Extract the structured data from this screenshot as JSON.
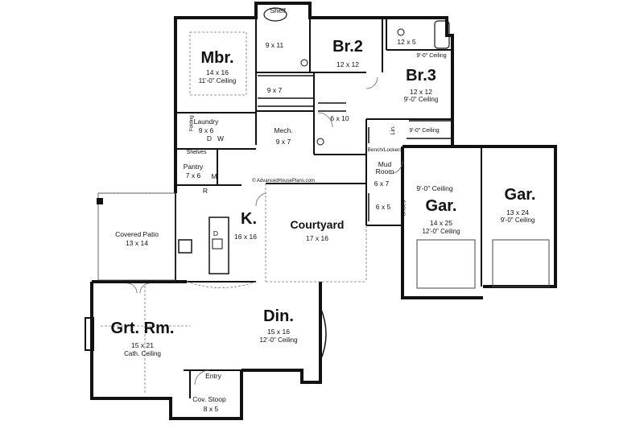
{
  "watermark": "© AdvancedHousePlans.com",
  "rooms": {
    "mbr": {
      "name": "Mbr.",
      "dim": "14 x 16",
      "ceiling": "11'-0\" Ceiling"
    },
    "br2": {
      "name": "Br.2",
      "dim": "12 x 12"
    },
    "br3": {
      "name": "Br.3",
      "dim": "12 x 12",
      "ceiling": "9'-0\" Ceiling"
    },
    "bath_top": {
      "dim": "12 x 5",
      "ceiling": "9'-0\" Ceiling"
    },
    "shelf": {
      "name": "Shelf"
    },
    "mbath": {
      "dim": "9 x 11"
    },
    "mcloset": {
      "dim": "9 x 7"
    },
    "hall": {
      "dim": "6 x 10"
    },
    "laundry": {
      "name": "Laundry",
      "dim": "9 x 6"
    },
    "folding": {
      "name": "Folding"
    },
    "mech": {
      "name": "Mech.",
      "dim": "9 x 7"
    },
    "lin": {
      "name": "Lin.",
      "ceiling": "9'-0\" Ceiling"
    },
    "shelves": {
      "name": "Shelves"
    },
    "pantry": {
      "name": "Pantry",
      "dim": "7 x 6"
    },
    "bench": {
      "name": "Bench/Lockers"
    },
    "mudroom": {
      "name": "Mud\nRoom",
      "dim": "6 x 7"
    },
    "shoes": {
      "name": "Shoes",
      "dim": "6 x 5"
    },
    "kitchen": {
      "name": "K.",
      "dim": "16 x 16"
    },
    "courtyard": {
      "name": "Courtyard",
      "dim": "17 x 16"
    },
    "patio": {
      "name": "Covered Patio",
      "dim": "13 x 14"
    },
    "garage1": {
      "name": "Gar.",
      "dim": "14 x 25",
      "ceiling": "12'-0\" Ceiling",
      "note": "9'-0\" Ceiling"
    },
    "garage2": {
      "name": "Gar.",
      "dim": "13 x 24",
      "ceiling": "9'-0\" Ceiling"
    },
    "grt": {
      "name": "Grt. Rm.",
      "dim": "15 x 21",
      "ceiling": "Cath. Ceiling"
    },
    "din": {
      "name": "Din.",
      "dim": "15 x 16",
      "ceiling": "12'-0\" Ceiling"
    },
    "entry": {
      "name": "Entry"
    },
    "stoop": {
      "name": "Cov. Stoop",
      "dim": "8 x 5"
    }
  },
  "appliances": {
    "dryer": "D",
    "washer": "W",
    "dishwasher": "D",
    "fridge": "R",
    "microwave": "M"
  }
}
